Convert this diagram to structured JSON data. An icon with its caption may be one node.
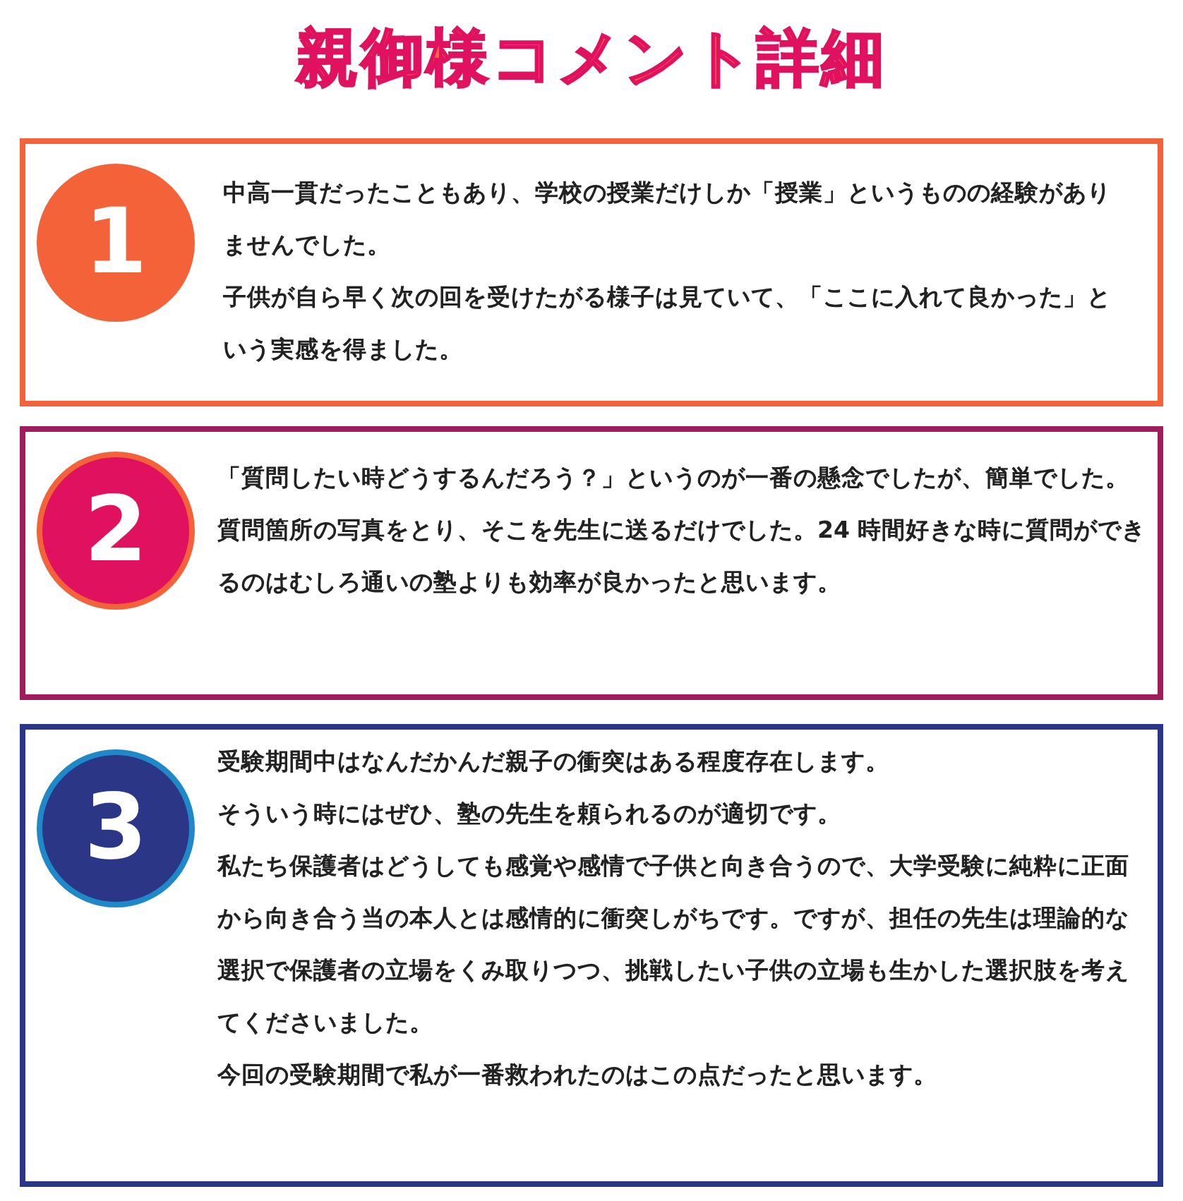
{
  "diagram": {
    "title": "親御様コメント詳細",
    "nodes": [
      {
        "text": [
          "中高一貫だったこともあり、学校の授業だけしか「授業」というものの経験がありませんでした。",
          "子供が自ら早く次の回を受けたがる様子は見ていて、「ここに入れて良かった」という実感を得ました。"
        ]
      },
      {
        "text": [
          "1"
        ],
        "in": 0
      },
      {
        "text": [
          "「質問したい時どうするんだろう？」というのが一番の懸念でしたが、簡単でした。質問箇所の写真をとり、そこを先生に送るだけでした。24 時間好きな時に質問ができるのはむしろ通いの塾よりも効率が良かったと思います。"
        ]
      },
      {
        "text": [
          "2"
        ],
        "in": 2
      },
      {
        "text": [
          "受験期間中はなんだかんだ親子の衝突はある程度存在します。",
          "そういう時にはぜひ、塾の先生を頼られるのが適切です。",
          "私たち保護者はどうしても感覚や感情で子供と向き合うので、大学受験に純粋に正面から向き合う当の本人とは感情的に衝突しがちです。ですが、担任の先生は理論的な選択で保護者の立場をくみ取りつつ、挑戦したい子供の立場も生かした選択肢を考えてくださいました。",
          "今回の受験期間で私が一番救われたのはこの点だったと思います。"
        ]
      },
      {
        "text": [
          "3"
        ],
        "in": 4
      }
    ],
    "edges": []
  }
}
